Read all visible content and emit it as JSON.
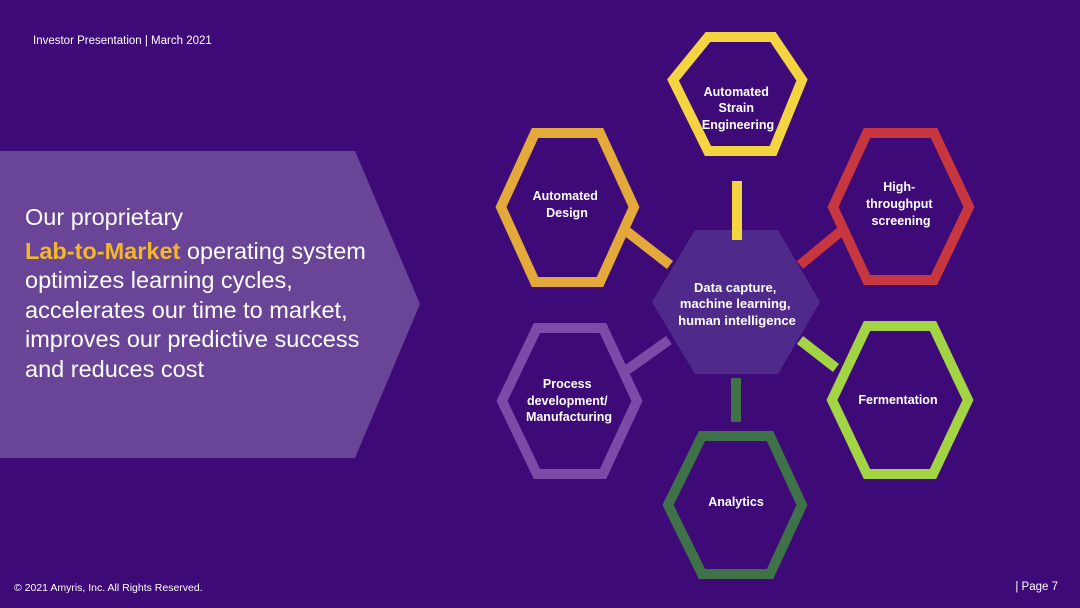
{
  "header": {
    "title": "Investor Presentation | March 2021"
  },
  "footer": {
    "copyright": "© 2021 Amyris, Inc. All Rights Reserved.",
    "page": "| Page 7"
  },
  "intro": {
    "line1": "Our proprietary",
    "highlight": "Lab-to-Market",
    "rest": " operating system optimizes learning cycles, accelerates our time to market, improves our predictive success and reduces cost"
  },
  "diagram": {
    "center": {
      "lines": [
        "Data capture,",
        "machine learning,",
        "human intelligence"
      ]
    },
    "nodes": [
      {
        "id": "automated-strain-engineering",
        "lines": [
          "Automated",
          "Strain",
          "Engineering"
        ],
        "color": "#f5d442"
      },
      {
        "id": "high-throughput-screening",
        "lines": [
          "High-",
          "throughput",
          "screening"
        ],
        "color": "#c8373f"
      },
      {
        "id": "fermentation",
        "lines": [
          "Fermentation"
        ],
        "color": "#a3d444"
      },
      {
        "id": "analytics",
        "lines": [
          "Analytics"
        ],
        "color": "#3f7248"
      },
      {
        "id": "process-development-manufacturing",
        "lines": [
          "Process",
          "development/",
          "Manufacturing"
        ],
        "color": "#7a4ca8"
      },
      {
        "id": "automated-design",
        "lines": [
          "Automated",
          "Design"
        ],
        "color": "#e3aa3b"
      }
    ]
  },
  "colors": {
    "background": "#3d0a78",
    "arrow": "#6a4496",
    "highlight": "#f2b72a",
    "center": "#4f2a8a"
  }
}
